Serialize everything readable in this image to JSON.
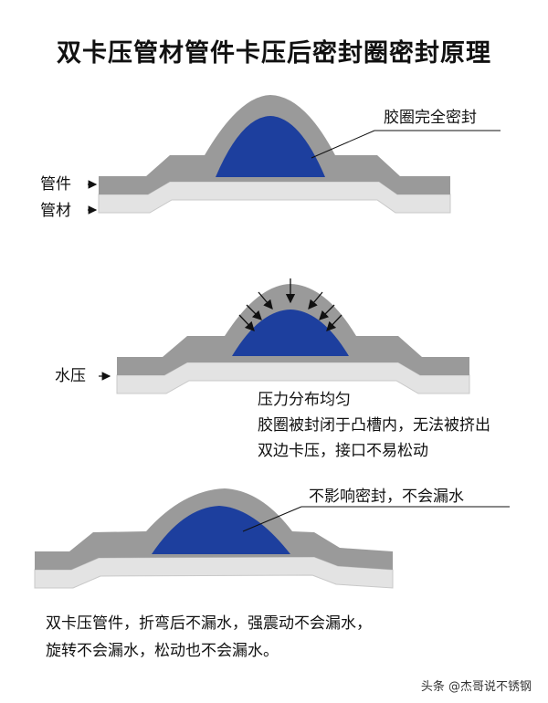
{
  "title": "双卡压管材管件卡压后密封圈密封原理",
  "diagram1": {
    "note": "胶圈完全密封",
    "label_fitting": "管件",
    "label_pipe": "管材"
  },
  "diagram2": {
    "label_pressure": "水压",
    "desc": [
      "压力分布均匀",
      "胶圈被封闭于凸槽内，无法被挤出",
      "双边卡压，接口不易松动"
    ]
  },
  "diagram3": {
    "note": "不影响密封，不会漏水",
    "caption": [
      "双卡压管件，折弯后不漏水，强震动不会漏水，",
      "旋转不会漏水，松动也不会漏水。"
    ]
  },
  "watermark": "头条 @杰哥说不锈钢",
  "colors": {
    "fitting_gray": "#9a9a9a",
    "pipe_light": "#e3e3e3",
    "seal_blue": "#1d3f9e"
  }
}
